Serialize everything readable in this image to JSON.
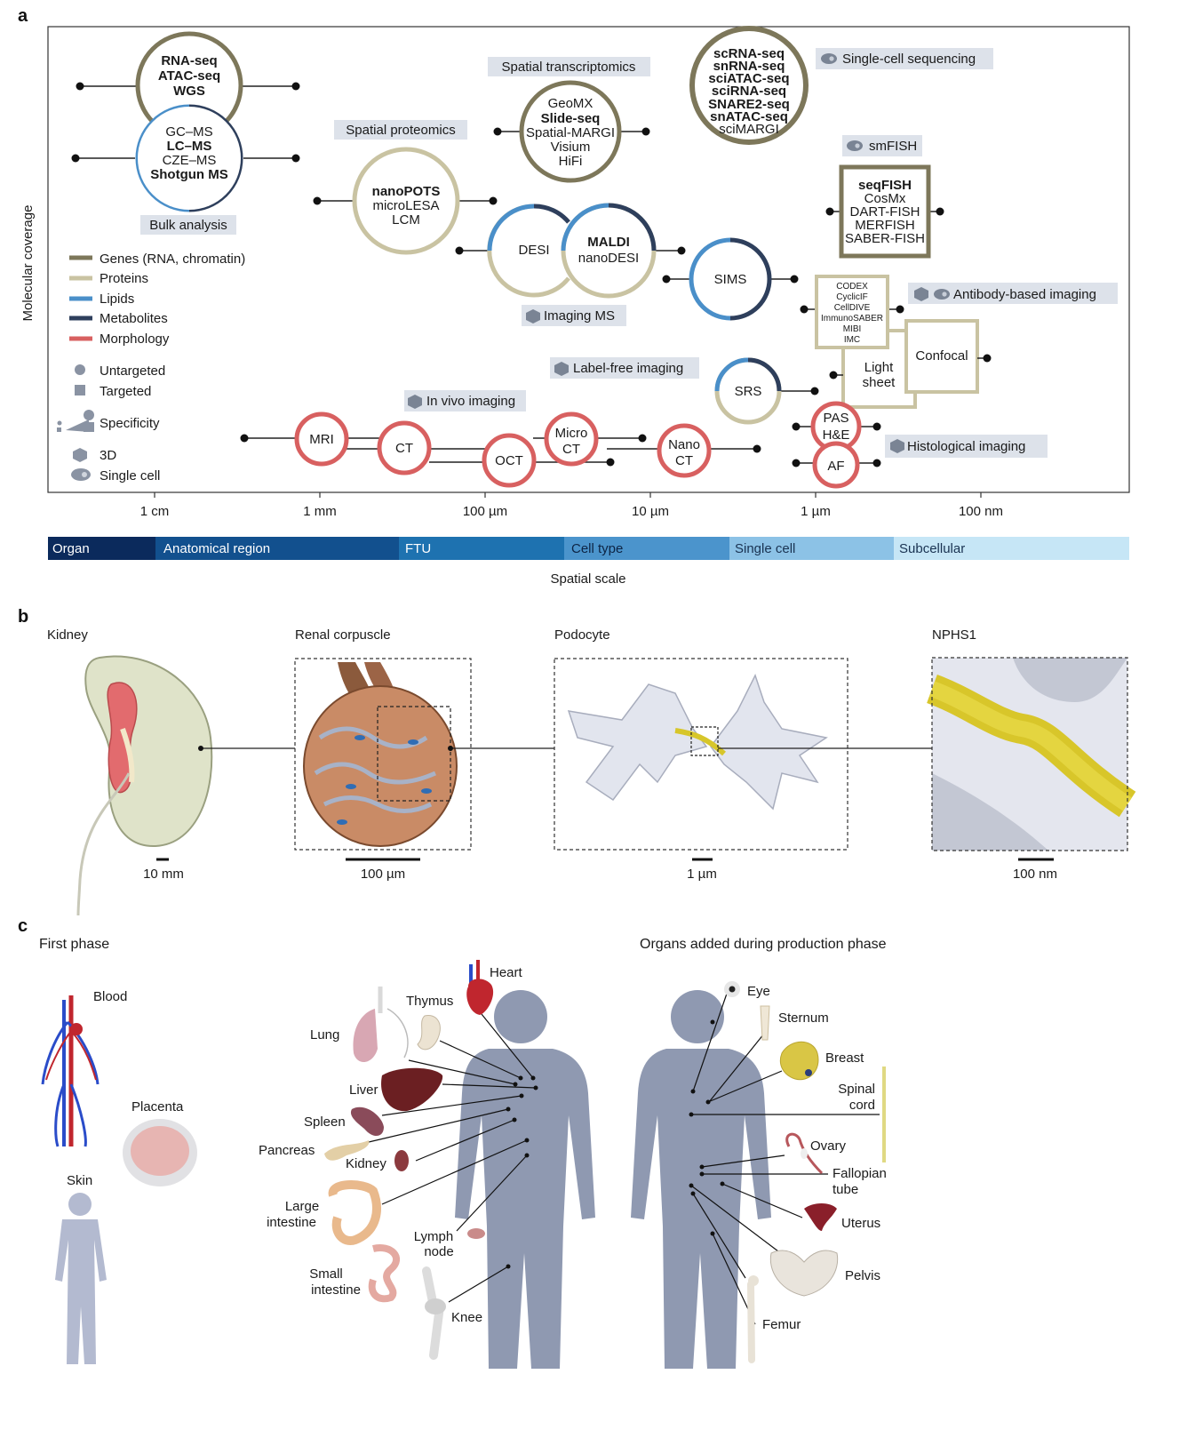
{
  "panel_a": {
    "letter": "a",
    "y_axis": "Molecular coverage",
    "x_axis": "Spatial scale",
    "ticks": [
      "1 cm",
      "1 mm",
      "100 µm",
      "10 µm",
      "1 µm",
      "100 nm"
    ],
    "bands": [
      "Organ",
      "Anatomical region",
      "FTU",
      "Cell type",
      "Single cell",
      "Subcellular"
    ],
    "band_colors": [
      "#0b2a5c",
      "#12508e",
      "#1e72b0",
      "#4b94cc",
      "#8cc2e6",
      "#c6e6f6"
    ],
    "legend": {
      "genes": "Genes (RNA, chromatin)",
      "proteins": "Proteins",
      "lipids": "Lipids",
      "metabolites": "Metabolites",
      "morphology": "Morphology",
      "untargeted": "Untargeted",
      "targeted": "Targeted",
      "specificity": "Specificity",
      "three_d": "3D",
      "single_cell": "Single cell"
    },
    "colors": {
      "genes": "#7d775a",
      "proteins": "#c9c3a2",
      "lipids": "#4a8fc9",
      "metabolites": "#2e3f5c",
      "morphology": "#d86060"
    },
    "tags": {
      "bulk": "Bulk analysis",
      "spatial_proteomics": "Spatial proteomics",
      "spatial_transcriptomics": "Spatial transcriptomics",
      "single_cell_seq": "Single-cell sequencing",
      "smfish": "smFISH",
      "imaging_ms": "Imaging MS",
      "antibody": "Antibody-based imaging",
      "label_free": "Label-free imaging",
      "in_vivo": "In vivo imaging",
      "histological": "Histological imaging"
    },
    "nodes": {
      "bulk_top": [
        "RNA-seq",
        "ATAC-seq",
        "WGS"
      ],
      "bulk_bottom": [
        "GC–MS",
        "LC–MS",
        "CZE–MS",
        "Shotgun MS"
      ],
      "proteomics": [
        "nanoPOTS",
        "microLESA",
        "LCM"
      ],
      "transcriptomics": [
        "GeoMX",
        "Slide-seq",
        "Spatial-MARGI",
        "Visium",
        "HiFi"
      ],
      "singlecell": [
        "scRNA-seq",
        "snRNA-seq",
        "sciATAC-seq",
        "sciRNA-seq",
        "SNARE2-seq",
        "snATAC-seq",
        "sciMARGI"
      ],
      "smfish": [
        "seqFISH",
        "CosMx",
        "DART-FISH",
        "MERFISH",
        "SABER-FISH"
      ],
      "desi": "DESI",
      "maldi": [
        "MALDI",
        "nanoDESI"
      ],
      "sims": "SIMS",
      "antibody": [
        "CODEX",
        "CyclicIF",
        "CellDIVE",
        "ImmunoSABER",
        "MIBI",
        "IMC"
      ],
      "confocal": "Confocal",
      "light_sheet": [
        "Light",
        "sheet"
      ],
      "srs": "SRS",
      "mri": "MRI",
      "ct": "CT",
      "oct": "OCT",
      "micro_ct": [
        "Micro",
        "CT"
      ],
      "nano_ct": [
        "Nano",
        "CT"
      ],
      "pas": [
        "PAS",
        "H&E"
      ],
      "af": "AF"
    }
  },
  "panel_b": {
    "letter": "b",
    "titles": [
      "Kidney",
      "Renal corpuscle",
      "Podocyte",
      "NPHS1"
    ],
    "scales": [
      "10 mm",
      "100 µm",
      "1 µm",
      "100 nm"
    ]
  },
  "panel_c": {
    "letter": "c",
    "first_phase": "First phase",
    "production": "Organs added during production phase",
    "first_organs": [
      "Blood",
      "Placenta",
      "Skin"
    ],
    "mid": [
      "Heart",
      "Thymus",
      "Lung",
      "Liver",
      "Spleen",
      "Pancreas",
      "Kidney",
      "Large",
      "intestine",
      "Lymph",
      "node",
      "Small",
      "intestine",
      "Knee"
    ],
    "right": [
      "Eye",
      "Sternum",
      "Breast",
      "Spinal",
      "cord",
      "Ovary",
      "Fallopian",
      "tube",
      "Uterus",
      "Pelvis",
      "Femur"
    ]
  }
}
